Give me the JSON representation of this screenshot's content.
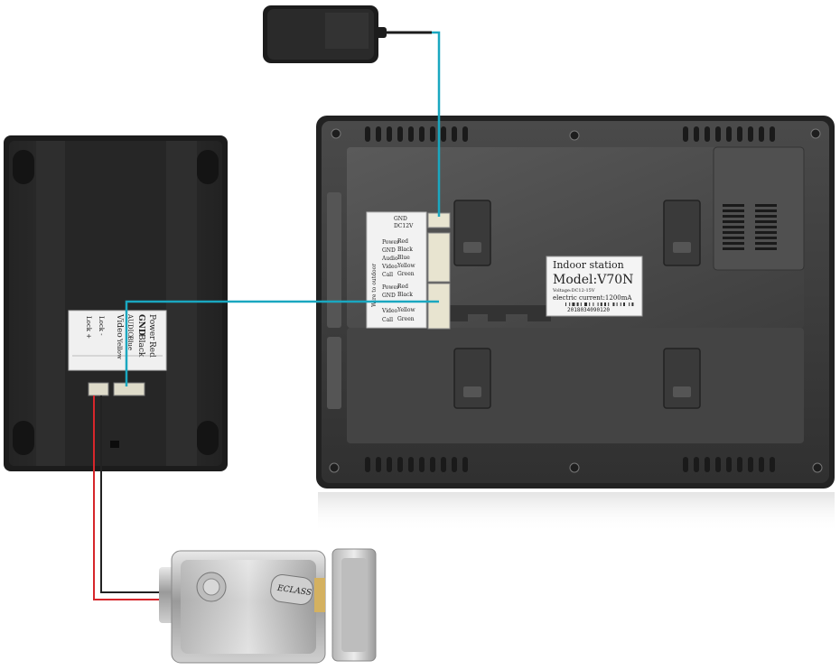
{
  "indoor_monitor": {
    "terminal_labels": {
      "gnd": "GND",
      "dc": "DC12V",
      "power": "Power",
      "gnd2": "GND",
      "audio": "Audio",
      "video": "Video",
      "call": "Call",
      "power_b": "Power",
      "gnd_b": "GND",
      "video_b": "Video",
      "call_b": "Call"
    },
    "wire_colors": {
      "red": "Red",
      "black": "Black",
      "blue": "Blue",
      "yellow": "Yellow",
      "green": "Green",
      "red_b": "Red",
      "black_b": "Black",
      "yellow_b": "Yellow",
      "green_b": "Green"
    },
    "side_text": "Wire to outdoor",
    "sticker": {
      "title": "Indoor station",
      "model": "Model:V70N",
      "voltage": "Voltage:DC12-15V",
      "current": "electric current:1200mA",
      "serial": "2018034090120"
    }
  },
  "outdoor_unit": {
    "labels": {
      "power": "Power",
      "power_color": "Red",
      "gnd": "GND",
      "gnd_color": "Black",
      "audio": "AUDIO",
      "audio_color": "Blue",
      "video": "Video",
      "video_color": "Yellow",
      "lock_plus": "Lock +",
      "lock_minus": "Lock -"
    }
  },
  "lock": {
    "brand": "ECLASS"
  },
  "colors": {
    "cable": "#1aa7c0",
    "lock_red": "#d6262b",
    "lock_black": "#222222",
    "monitor_body": "#3a3a3a",
    "monitor_frame": "#2b2b2b",
    "outdoor_body": "#2a2a2a"
  }
}
